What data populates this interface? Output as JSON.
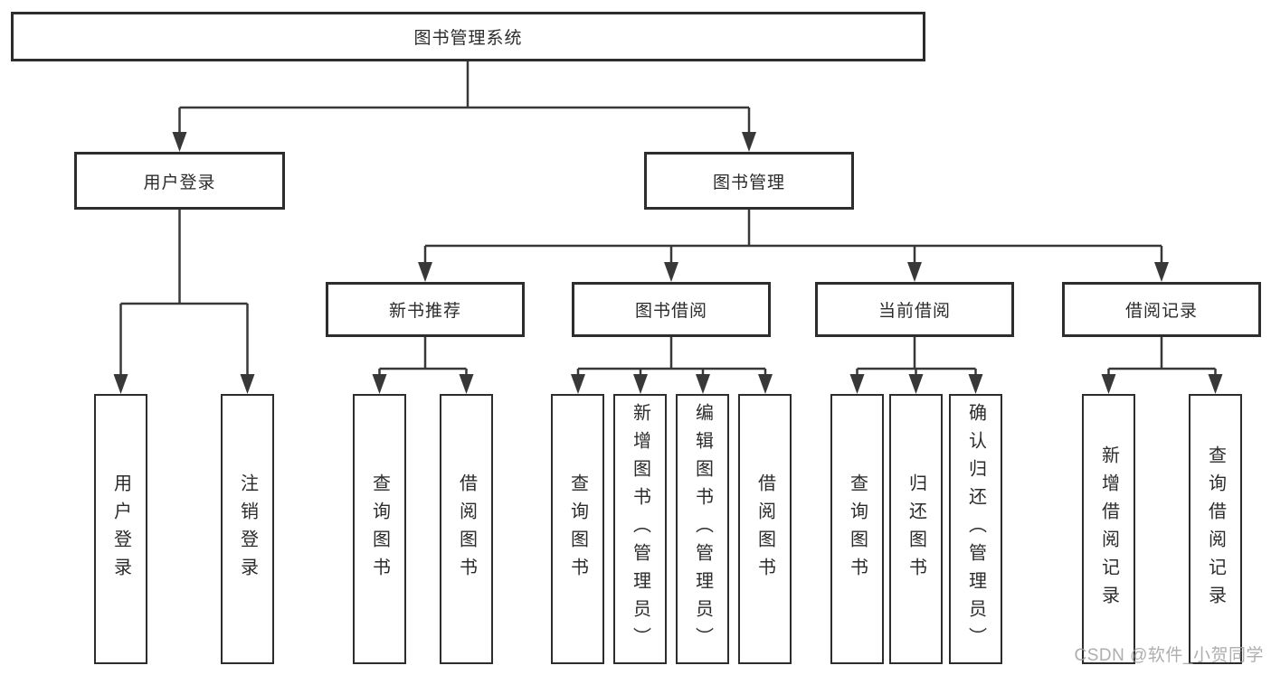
{
  "diagram": {
    "root": {
      "label": "图书管理系统"
    },
    "branches": [
      {
        "label": "用户登录",
        "leaves": [
          "用户登录",
          "注销登录"
        ]
      },
      {
        "label": "图书管理",
        "children": [
          {
            "label": "新书推荐",
            "leaves": [
              "查询图书",
              "借阅图书"
            ]
          },
          {
            "label": "图书借阅",
            "leaves": [
              "查询图书",
              "新增图书（管理员）",
              "编辑图书（管理员）",
              "借阅图书"
            ]
          },
          {
            "label": "当前借阅",
            "leaves": [
              "查询图书",
              "归还图书",
              "确认归还（管理员）"
            ]
          },
          {
            "label": "借阅记录",
            "leaves": [
              "新增借阅记录",
              "查询借阅记录"
            ]
          }
        ]
      }
    ],
    "watermark": "CSDN @软件_小贺同学",
    "colors": {
      "line": "#383838",
      "box_border": "#2d2d2d",
      "text": "#2b2b2b",
      "background": "#ffffff",
      "watermark": "#b3b3b3"
    }
  }
}
